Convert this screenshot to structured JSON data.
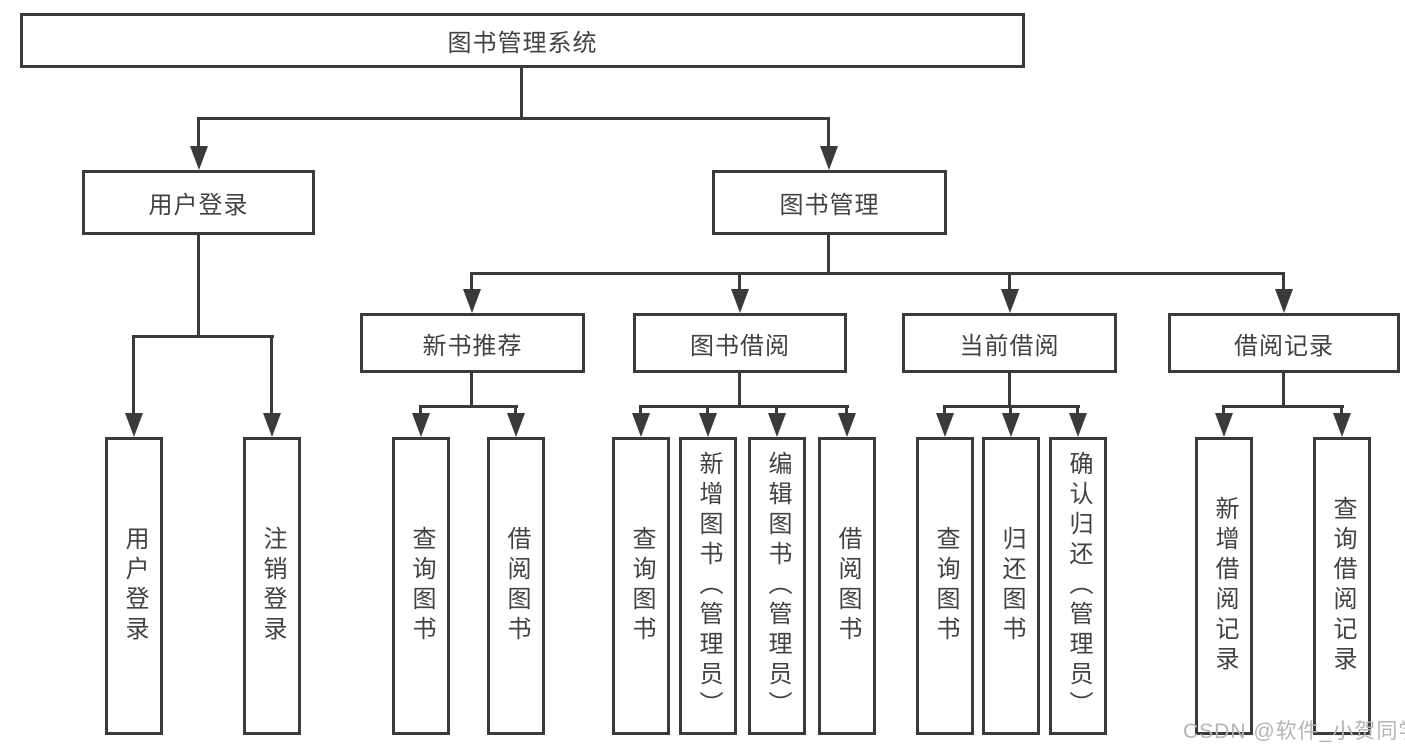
{
  "nodes": {
    "root": "图书管理系统",
    "level2": [
      "用户登录",
      "图书管理"
    ],
    "level3": [
      "新书推荐",
      "图书借阅",
      "当前借阅",
      "借阅记录"
    ],
    "leaves": {
      "user_login": [
        "用户登录",
        "注销登录"
      ],
      "new_book_recommend": [
        "查询图书",
        "借阅图书"
      ],
      "book_borrow": [
        "查询图书",
        "新增图书（管理员）",
        "编辑图书（管理员）",
        "借阅图书"
      ],
      "current_borrow": [
        "查询图书",
        "归还图书",
        "确认归还（管理员）"
      ],
      "borrow_records": [
        "新增借阅记录",
        "查询借阅记录"
      ]
    }
  },
  "watermark": "CSDN @软件_小贺同学",
  "colors": {
    "line": "#3a3a3a",
    "text": "#424242",
    "box_fill": "#ffffff",
    "background": "#ffffff",
    "watermark": "#b5b5b5"
  }
}
